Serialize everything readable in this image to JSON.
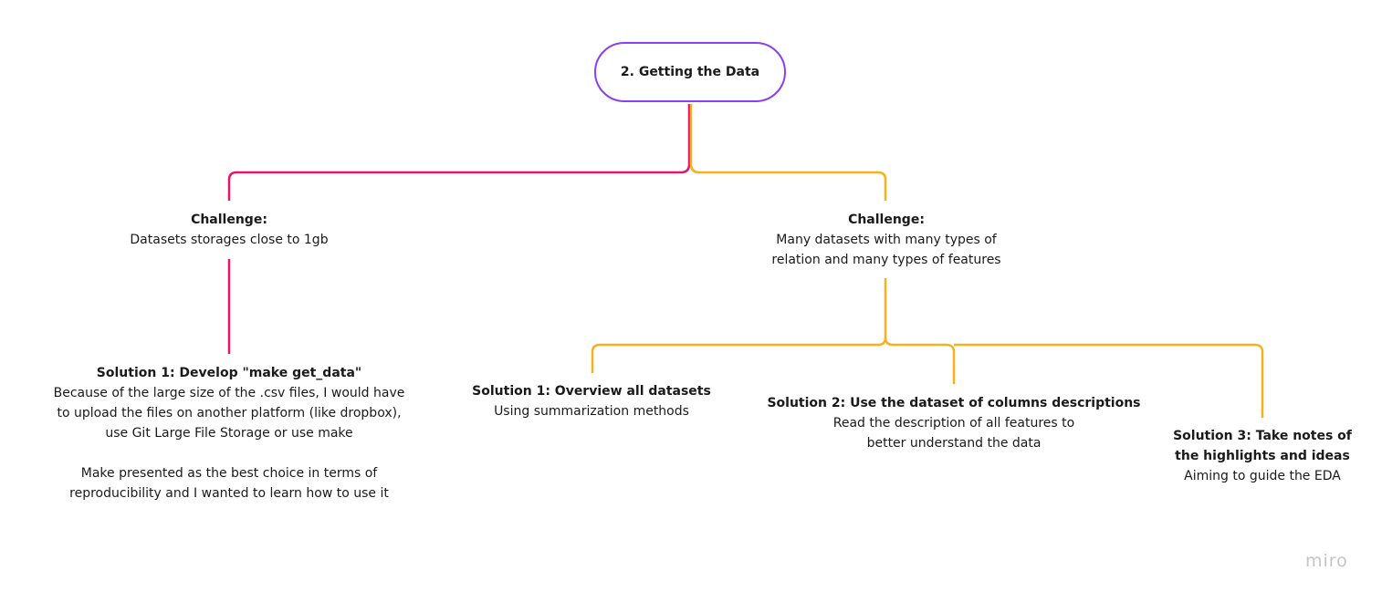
{
  "root": {
    "label": "2. Getting the Data"
  },
  "challenges": [
    {
      "heading": "Challenge:",
      "body": "Datasets storages close to 1gb"
    },
    {
      "heading": "Challenge:",
      "body": "Many datasets with many types of relation and many types of features"
    }
  ],
  "solutions": [
    {
      "heading": "Solution 1: Develop \"make get_data\"",
      "body": "Because of the large size of the .csv files, I would have to upload the files on another platform (like dropbox), use Git Large File Storage or use make",
      "body_2": "Make presented as the best choice in terms of reproducibility and I wanted to learn how to use it"
    },
    {
      "heading": "Solution 1: Overview all datasets",
      "body": "Using summarization methods"
    },
    {
      "heading": "Solution 2: Use the dataset of columns descriptions",
      "body": "Read the description of all features to better understand the data"
    },
    {
      "heading": "Solution 3: Take notes of the highlights and ideas",
      "body": "Aiming to guide the EDA"
    }
  ],
  "colors": {
    "root_border": "#8a3ff0",
    "left_branch": "#e8146c",
    "right_branch": "#f5b21b",
    "watermark": "#c4c4c4"
  },
  "watermark": "miro"
}
